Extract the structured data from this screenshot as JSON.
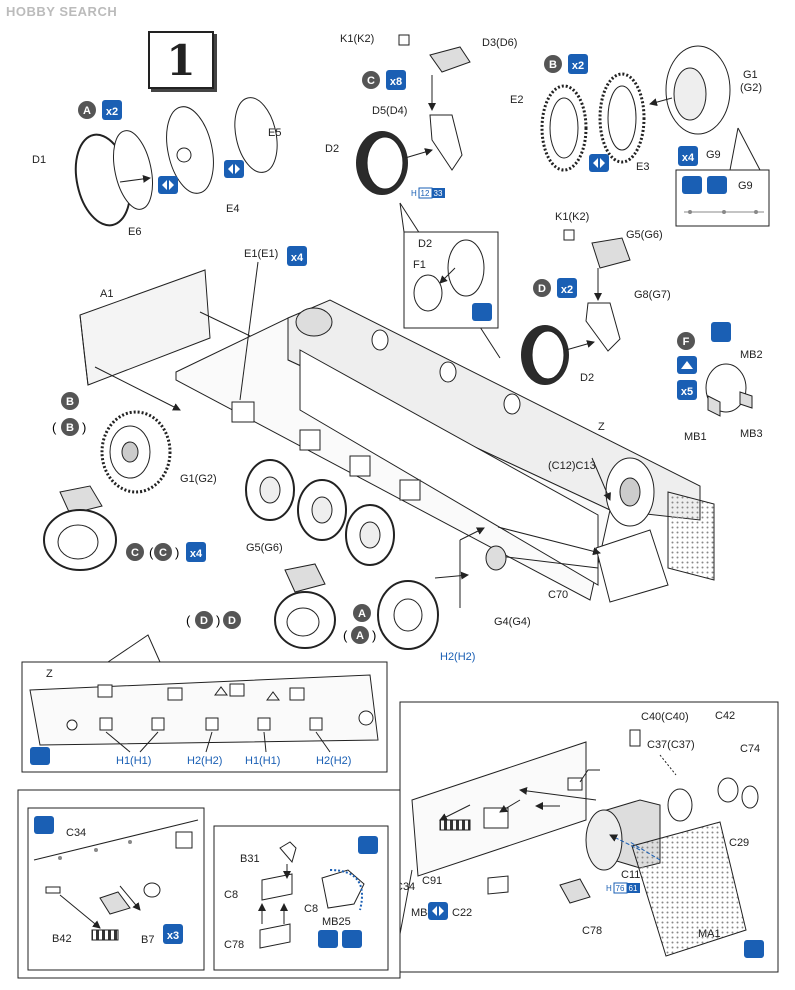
{
  "watermark": "HOBBY SEARCH",
  "step_number": "1",
  "labels": {
    "K1K2_top": "K1(K2)",
    "D3D6": "D3(D6)",
    "D5D4": "D5(D4)",
    "D2_top": "D2",
    "E2": "E2",
    "E3": "E3",
    "G1": "G1",
    "G1b": "(G2)",
    "G9": "G9",
    "G9b": "G9",
    "D1": "D1",
    "E5": "E5",
    "E4": "E4",
    "E6": "E6",
    "A1": "A1",
    "E1E1": "E1(E1)",
    "D2_inset": "D2",
    "F1": "F1",
    "K1K2_mid": "K1(K2)",
    "G5G6_mid": "G5(G6)",
    "G8G7": "G8(G7)",
    "D2_mid": "D2",
    "MB2": "MB2",
    "MB1": "MB1",
    "MB3": "MB3",
    "Z": "Z",
    "C12C13": "(C12)C13",
    "G1G2": "G1(G2)",
    "G5G6_low": "G5(G6)",
    "C70": "C70",
    "G4G4": "G4(G4)",
    "H2H2_main": "H2(H2)",
    "Z_inset": "Z",
    "H1H1_a": "H1(H1)",
    "H2H2_a": "H2(H2)",
    "H1H1_b": "H1(H1)",
    "H2H2_b": "H2(H2)",
    "C40C40": "C40(C40)",
    "C42": "C42",
    "C37C37": "C37(C37)",
    "C74": "C74",
    "C29": "C29",
    "C34_r": "C34",
    "C91": "C91",
    "C11": "C11",
    "MB4": "MB4",
    "C22": "C22",
    "C78_r": "C78",
    "MA1": "MA1",
    "C34_l": "C34",
    "B42": "B42",
    "B7": "B7",
    "B31": "B31",
    "C8a": "C8",
    "C8b": "C8",
    "MB25": "MB25",
    "C78_l": "C78"
  },
  "badges": {
    "A": "A",
    "B": "B",
    "C": "C",
    "D": "D",
    "F": "F",
    "x2": "x2",
    "x8": "x8",
    "x4": "x4",
    "x5": "x5",
    "x3": "x3",
    "paren_open": "(",
    "paren_close": ")"
  },
  "paint_refs": {
    "D2_code_prefix": "H",
    "D2_code_a": "12",
    "D2_code_b": "33",
    "C11_code_prefix": "H",
    "C11_code_a": "76",
    "C11_code_b": "61"
  },
  "colors": {
    "badge_dark": "#555555",
    "badge_blue": "#1a5fb4",
    "paint_blue": "#2563c9",
    "line": "#222222",
    "tire": "#2b2b2b"
  }
}
